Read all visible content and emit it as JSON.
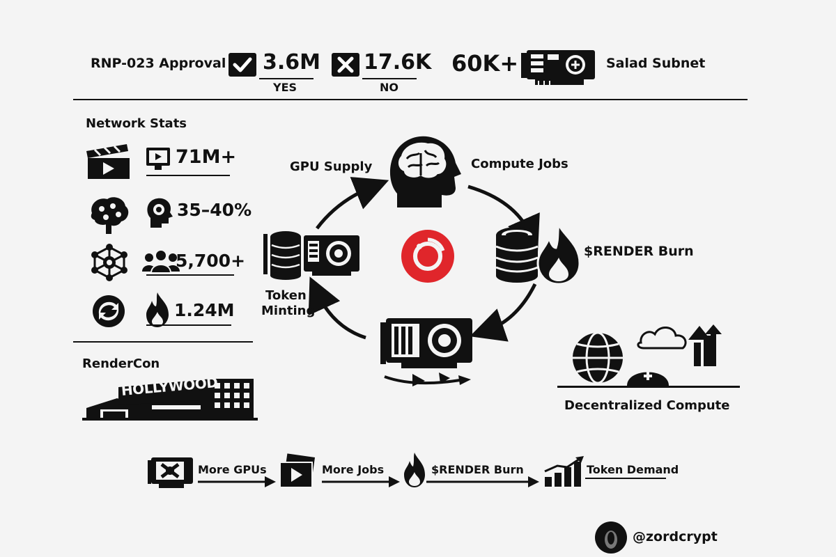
{
  "header": {
    "approval_label": "RNP-023 Approval",
    "yes_value": "3.6M",
    "yes_label": "YES",
    "no_value": "17.6K",
    "no_label": "NO",
    "gpu_count": "60K+",
    "subnet_label": "Salad Subnet"
  },
  "network_stats": {
    "title": "Network Stats",
    "items": [
      {
        "value": "71M+",
        "icon": "clapperboard-icon"
      },
      {
        "value": "35–40%",
        "icon": "brain-icon"
      },
      {
        "value": "5,700+",
        "icon": "network-icon"
      },
      {
        "value": "1.24M",
        "icon": "flame-icon"
      }
    ]
  },
  "cycle": {
    "gpu_supply": "GPU Supply",
    "compute_jobs": "Compute Jobs",
    "render_burn": "$RENDER Burn",
    "token_minting_1": "Token",
    "token_minting_2": "Minting",
    "accent_color": "#e0262b"
  },
  "rendercon": {
    "title": "RenderCon",
    "sign_text": "HOLLYWOOD"
  },
  "decentralized": {
    "label": "Decentralized Compute"
  },
  "flow": {
    "steps": [
      "More GPUs",
      "More Jobs",
      "$RENDER Burn",
      "Token Demand"
    ]
  },
  "footer": {
    "handle": "@zordcrypt"
  }
}
